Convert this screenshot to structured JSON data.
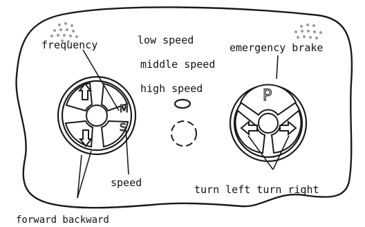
{
  "labels": {
    "frequency": "frequency",
    "low_speed": "low speed",
    "middle_speed": "middle speed",
    "high_speed": "high speed",
    "emergency_brake": "emergency brake",
    "speed": "speed",
    "turn_left_turn_right": "turn left turn right",
    "forward_backward": "forward backward"
  },
  "button_glyphs": {
    "mode": "M",
    "speed": "S",
    "brake": "P"
  },
  "icons": [
    "up-arrow-icon",
    "down-arrow-icon",
    "left-arrow-icon",
    "right-arrow-icon",
    "speaker-grille-icon",
    "indicator-light-icon"
  ],
  "colors": {
    "line": "#1a1a1a",
    "text": "#111111",
    "background": "#ffffff"
  }
}
